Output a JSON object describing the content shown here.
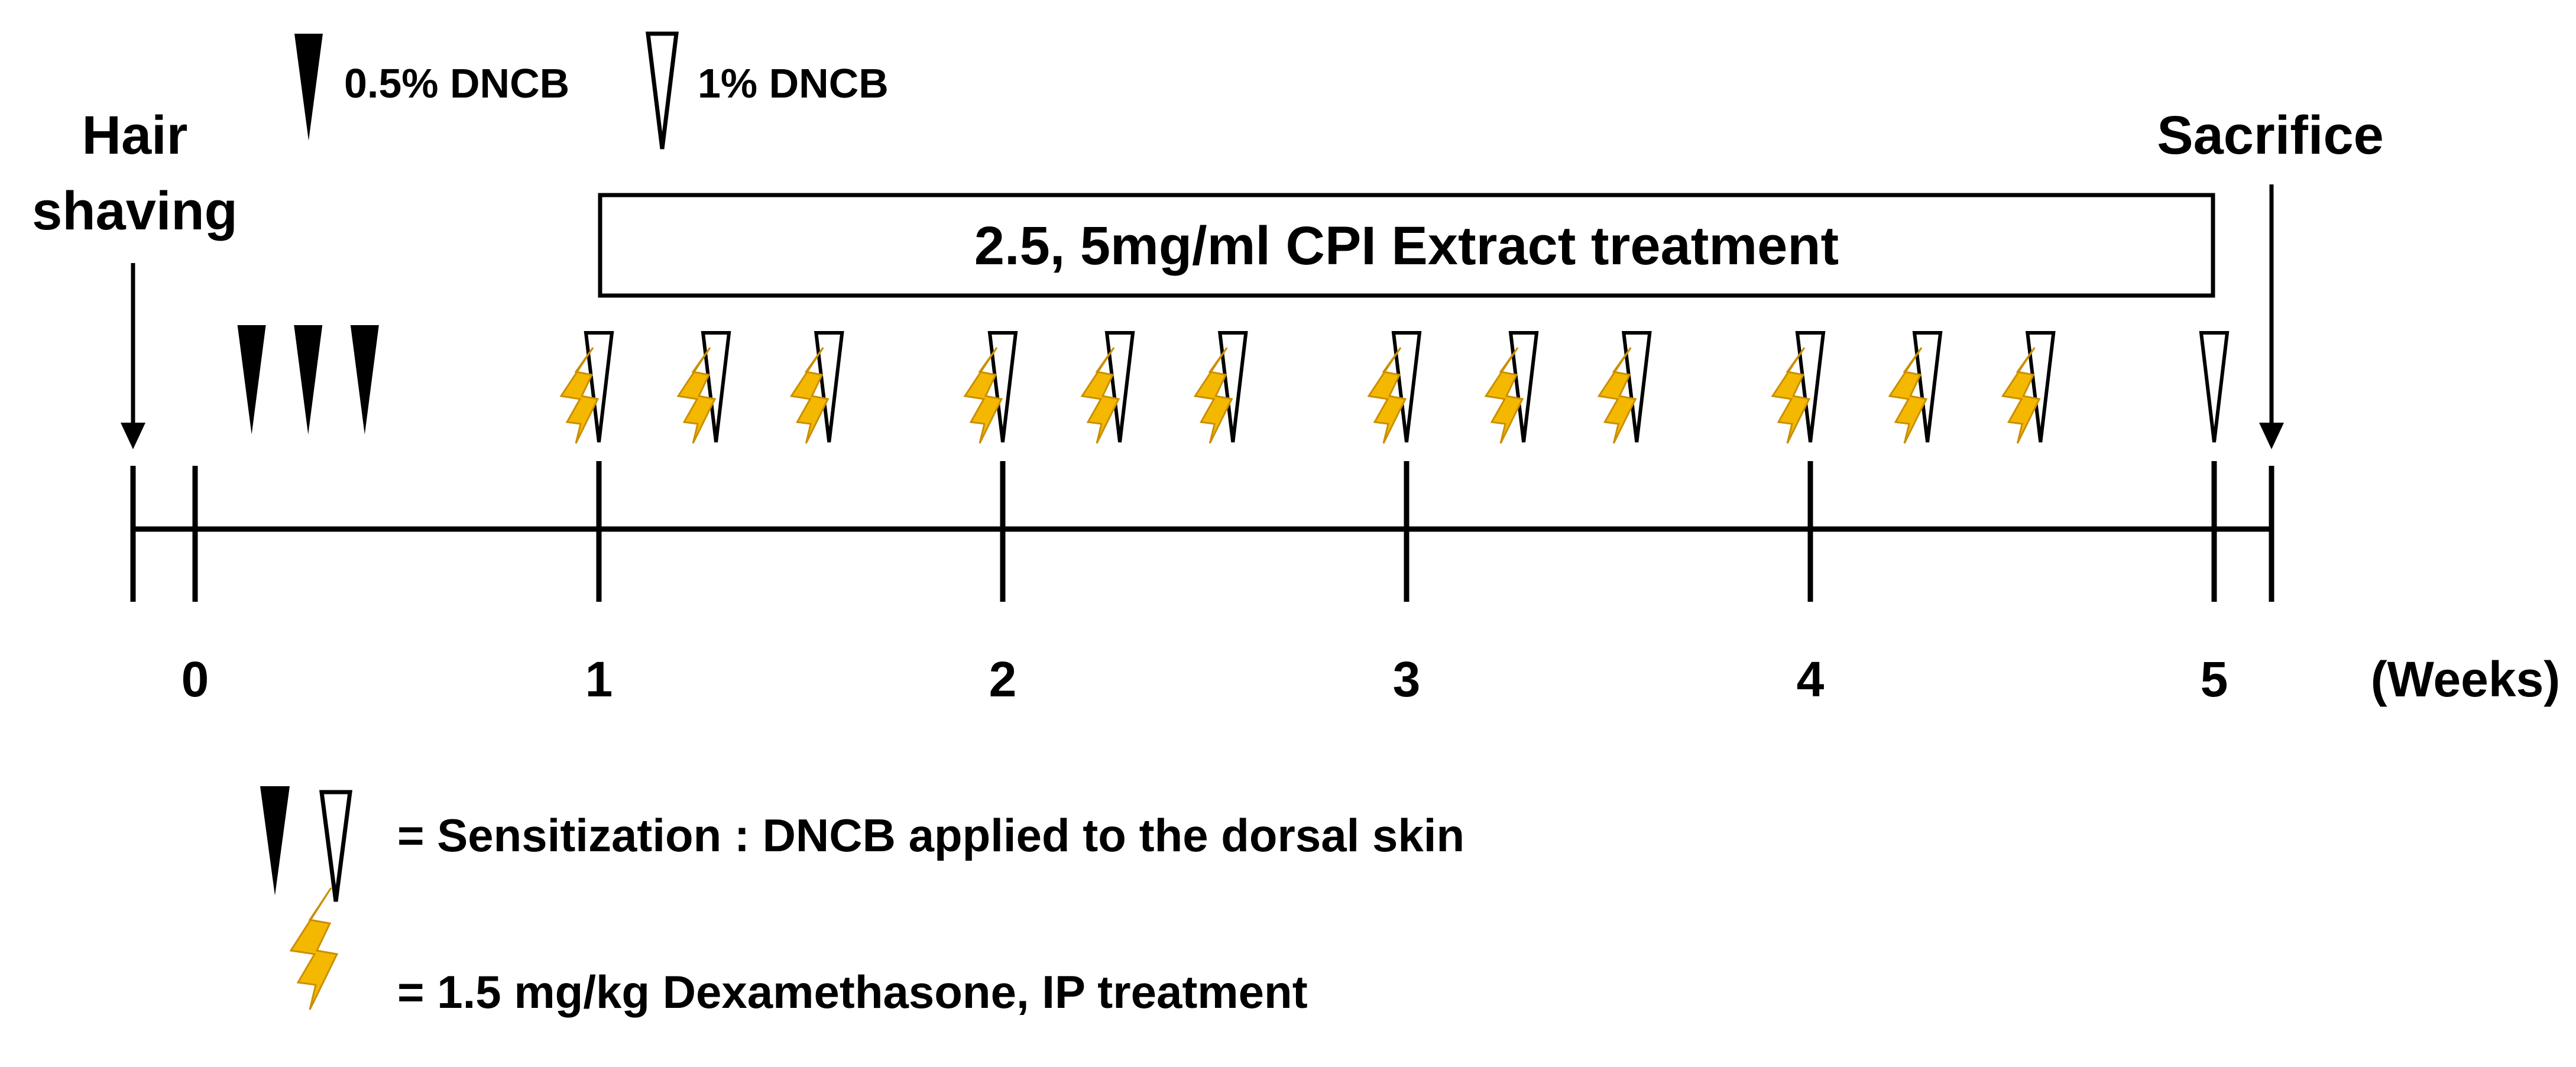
{
  "labels": {
    "hair_shaving_line1": "Hair",
    "hair_shaving_line2": "shaving",
    "sacrifice": "Sacrifice",
    "dncb_low": "0.5% DNCB",
    "dncb_high": "1% DNCB",
    "treatment_box": "2.5, 5mg/ml CPI Extract treatment",
    "weeks_unit": "(Weeks)",
    "legend_sensitization": "= Sensitization : DNCB applied to the dorsal skin",
    "legend_dexamethasone": "= 1.5 mg/kg Dexamethasone, IP treatment"
  },
  "timeline": {
    "week_ticks": [
      "0",
      "1",
      "2",
      "3",
      "4",
      "5"
    ],
    "dncb_0_5_pct_days": [
      0.14,
      0.28,
      0.42
    ],
    "dncb_1_pct_days": [
      1.0,
      1.29,
      1.57,
      2.0,
      2.29,
      2.57,
      3.0,
      3.29,
      3.57,
      4.0,
      4.29,
      4.57,
      5.0
    ],
    "dexamethasone_days": [
      1.0,
      1.29,
      1.57,
      2.0,
      2.29,
      2.57,
      3.0,
      3.29,
      3.57,
      4.0,
      4.29,
      4.57
    ],
    "treatment_start_week": 1,
    "treatment_end_week": 5
  },
  "colors": {
    "line": "#000000",
    "filled_marker": "#000000",
    "open_marker": "#ffffff",
    "bolt": "#f5b800",
    "bolt_shadow": "#c98f00"
  }
}
